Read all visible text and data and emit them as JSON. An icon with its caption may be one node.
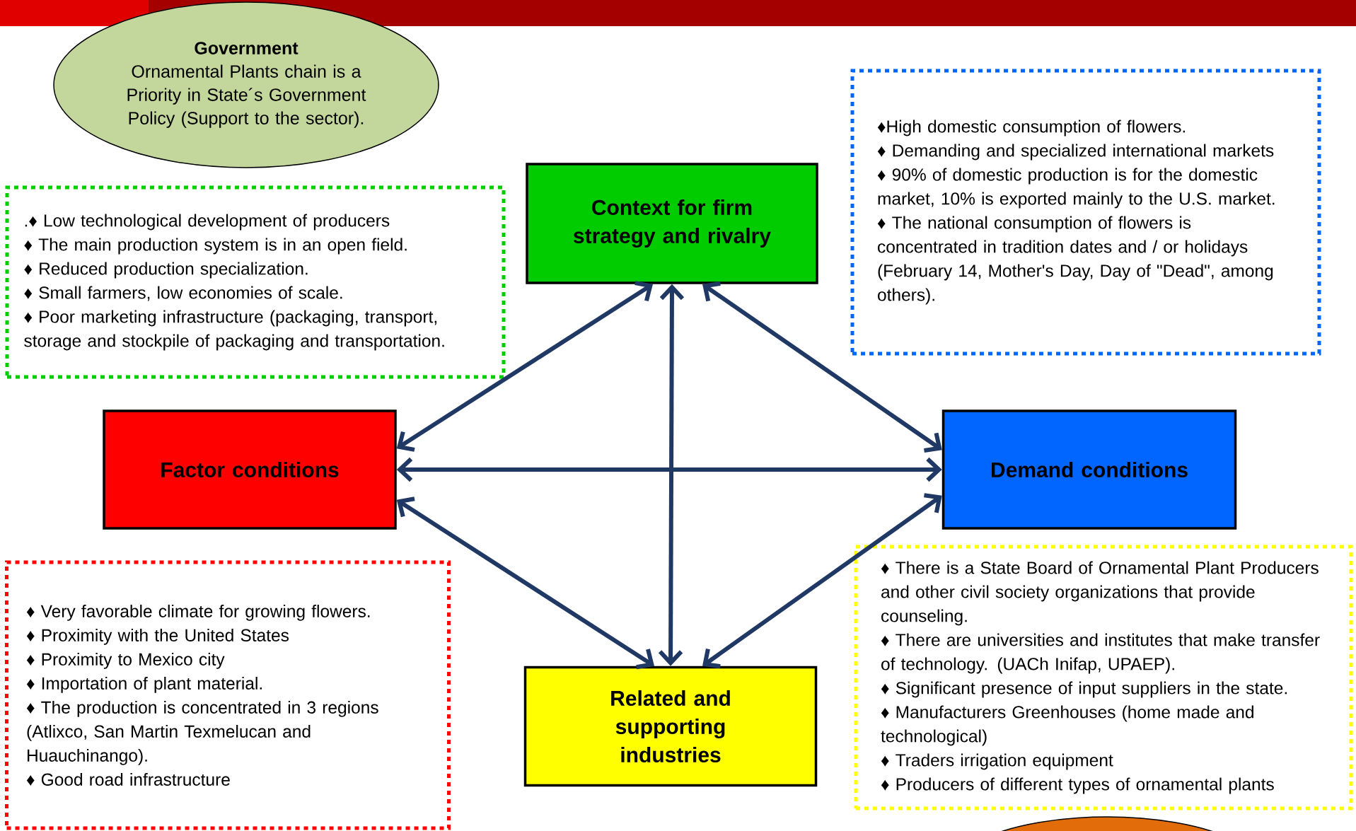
{
  "diagram": {
    "nodes": [
      {
        "text": [
          "Government",
          "Ornamental Plants chain is a Priority in State´s Government Policy (Support to the sector)."
        ]
      },
      {
        "text": [
          "♦High domestic consumption of flowers.",
          "♦ Demanding and specialized international markets",
          "♦ 90% of domestic production is for the domestic market, 10% is exported mainly to the U.S. market.",
          "♦ The national consumption of flowers is concentrated in tradition dates and / or holidays (February 14, Mother's Day, Day of \"Dead\", among others)."
        ]
      },
      {
        "text": [
          "Context for firm strategy and rivalry"
        ]
      },
      {
        "text": [
          ".♦ Low technological development of producers",
          "♦ The main production system is in an open field.",
          "♦ Reduced production specialization.",
          "♦ Small farmers, low economies of scale.",
          "♦ Poor marketing infrastructure (packaging, transport, storage and stockpile of packaging and transportation."
        ]
      },
      {
        "text": [
          "Factor conditions"
        ]
      },
      {
        "text": [
          "Demand conditions"
        ]
      },
      {
        "text": [
          "♦ There is a State Board of Ornamental Plant Producers and other civil society organizations that provide counseling.",
          "♦ There are universities and institutes that make transfer of technology. (UACh Inifap, UPAEP).",
          "♦ Significant presence of input suppliers in the state.",
          "♦ Manufacturers Greenhouses (home made and technological)",
          "♦ Traders irrigation equipment",
          "♦ Producers of different types of ornamental plants"
        ]
      },
      {
        "text": [
          "♦ Very favorable climate for growing flowers.",
          "♦ Proximity with the United States",
          "♦ Proximity to Mexico city",
          "♦ Importation of plant material.",
          "♦ The production is concentrated in 3 regions (Atlixco, San Martin Texmelucan and  Huauchinango).",
          "♦ Good road infrastructure"
        ]
      },
      {
        "text": [
          "Related and supporting industries"
        ]
      },
      {
        "text": [],
        "shape": "ellipse"
      }
    ],
    "edges": [
      {
        "from": 2,
        "to": 4,
        "arrow": "both"
      },
      {
        "from": 2,
        "to": 8,
        "arrow": "both"
      },
      {
        "from": 2,
        "to": 5,
        "arrow": "both"
      },
      {
        "from": 4,
        "to": 5,
        "arrow": "both"
      },
      {
        "from": 4,
        "to": 8,
        "arrow": "both"
      },
      {
        "from": 5,
        "to": 8,
        "arrow": "both"
      }
    ]
  }
}
